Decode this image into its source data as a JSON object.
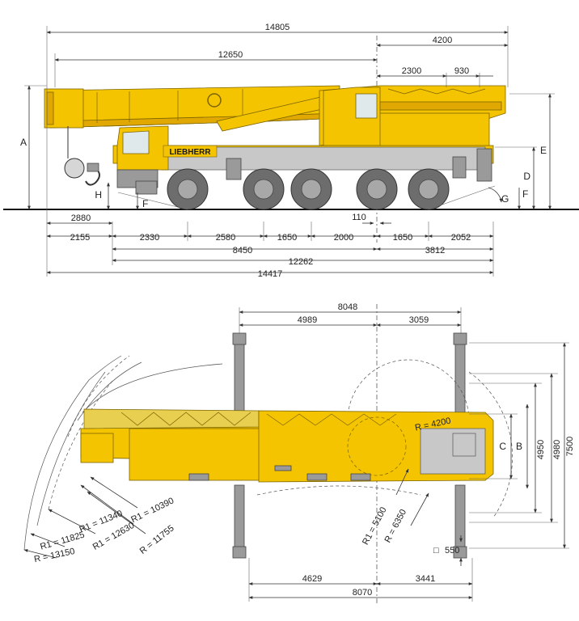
{
  "side_view": {
    "top_dims": {
      "overall_length": "14805",
      "boom_to_rear": "12650",
      "rear_section": "4200",
      "mid_section": "2300",
      "rear_tip": "930"
    },
    "height_labels": {
      "A": "A",
      "D": "D",
      "E": "E",
      "H": "H",
      "F_front": "F",
      "F_rear": "F",
      "G": "G"
    },
    "bottom_dims": {
      "front_overhang_hook": "2880",
      "slew_offset": "110",
      "front_overhang": "2155",
      "axle_1_2": "2330",
      "axle_2_3": "2580",
      "axle_3_4": "1650",
      "axle_4_center": "2000",
      "center_axle_5": "1650",
      "rear_overhang": "2052",
      "wheelbase_front": "8450",
      "rear_from_center": "3812",
      "chassis_length": "12262",
      "overall_chassis": "14417"
    },
    "brand": "LIEBHERR"
  },
  "top_view": {
    "outrigger_top": {
      "total": "8048",
      "front": "4989",
      "rear": "3059"
    },
    "outrigger_bottom": {
      "total": "8070",
      "front": "4629",
      "rear": "3441"
    },
    "widths": {
      "C": "C",
      "B": "B",
      "w4950": "4950",
      "w4980": "4980",
      "w7500": "7500"
    },
    "pad": {
      "icon": "□",
      "value": "550"
    },
    "radii": [
      "R1 = 10390",
      "R1 = 11340",
      "R = 11755",
      "R1 = 12630",
      "R1 = 11825",
      "R = 13150",
      "R = 4200",
      "R1 = 5100",
      "R = 6350"
    ]
  }
}
